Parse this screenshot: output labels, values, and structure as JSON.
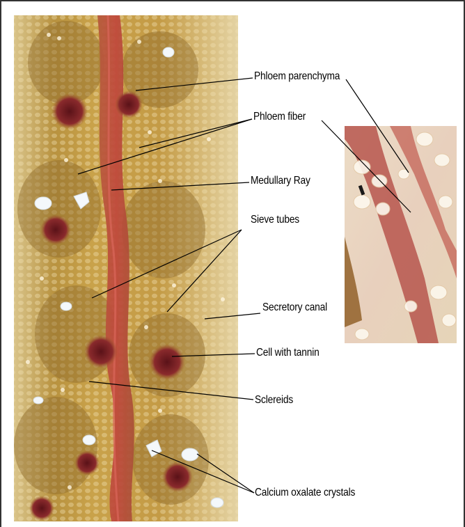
{
  "labels": {
    "phloem_parenchyma": "Phloem parenchyma",
    "phloem_fiber": "Phloem fiber",
    "medullary_ray": "Medullary Ray",
    "sieve_tubes": "Sieve tubes",
    "secretory_canal": "Secretory canal",
    "cell_with_tannin": "Cell with tannin",
    "sclereids": "Sclereids",
    "calcium_oxalate_crystals": "Calcium oxalate crystals"
  },
  "colors": {
    "tissue_base": "#c9a24a",
    "medullary_ray": "#b4473a",
    "tannin": "#7a1f24",
    "crystal": "#f4f8fb",
    "cell_wall": "#f3e2b8"
  }
}
